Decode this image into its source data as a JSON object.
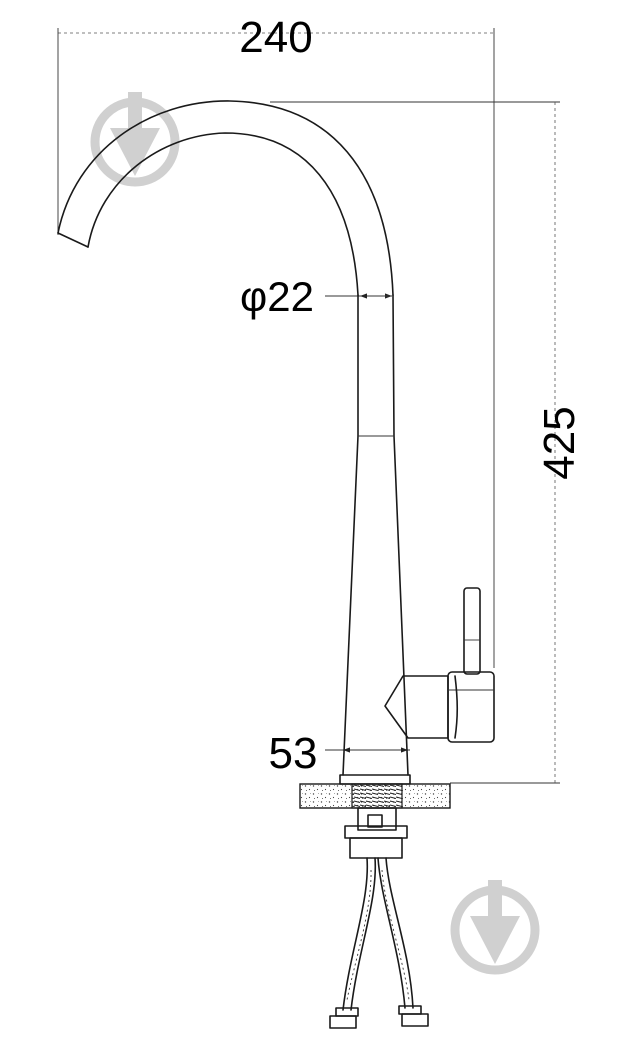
{
  "dimensions": {
    "width": "240",
    "diameter": "φ22",
    "height": "425",
    "base": "53"
  },
  "watermark_icon": "drop-arrow-logo-icon"
}
